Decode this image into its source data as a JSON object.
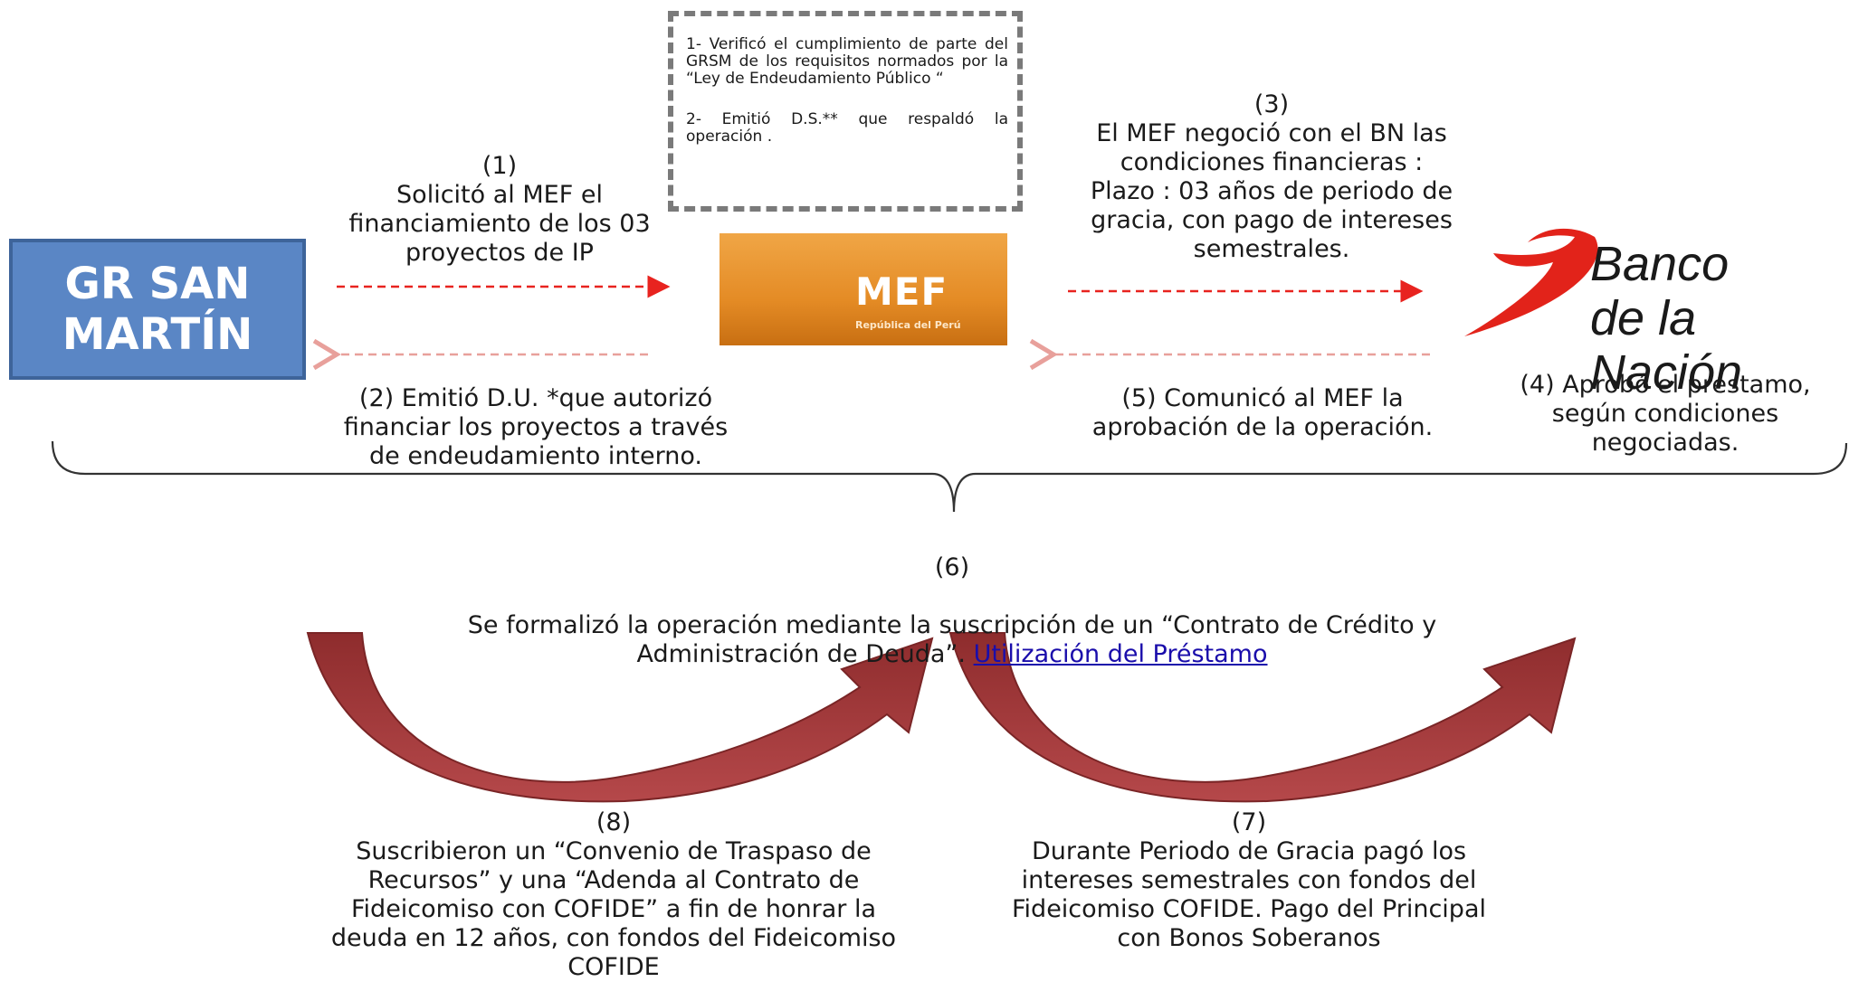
{
  "gr_box": {
    "label": "GR SAN\nMARTÍN"
  },
  "note": {
    "item1": "1- Verificó el cumplimiento de parte del GRSM de los requisitos normados por la “Ley de Endeudamiento Público “",
    "item2": "2- Emitió D.S.** que respaldó la operación ."
  },
  "mef_logo": {
    "word": "MEF",
    "subtitle": "República del Perú"
  },
  "bn_logo": {
    "text": "Banco\nde la Nación"
  },
  "steps": {
    "s1": "(1)\nSolicitó al MEF el\nfinanciamiento de  los 03\nproyectos  de IP",
    "s2": "(2) Emitió D.U. *que autorizó\nfinanciar los proyectos a través\nde endeudamiento interno.",
    "s3": "(3)\nEl MEF negoció con el BN las\ncondiciones financieras :\nPlazo : 03 años de periodo de\ngracia, con pago de intereses\nsemestrales.",
    "s4": "(4) Aprobó el préstamo,\nsegún condiciones\nnegociadas.",
    "s5": "(5) Comunicó al MEF la\naprobación de la operación.",
    "s6_num": "(6)",
    "s6_text": "Se formalizó la operación mediante la suscripción de un “Contrato de Crédito y\nAdministración de Deuda”. ",
    "s6_link": "Utilización del Préstamo",
    "s7": "(7)\nDurante Periodo de Gracia pagó  los\nintereses semestrales  con fondos del\nFideicomiso COFIDE.  Pago del Principal\ncon  Bonos Soberanos",
    "s8": "(8)\nSuscribieron un “Convenio de Traspaso de\nRecursos”  y  una  “Adenda al Contrato de\nFideicomiso con COFIDE” a fin de honrar la\ndeuda en 12 años, con fondos del Fideicomiso\nCOFIDE"
  },
  "colors": {
    "gr_box": "#5a86c5",
    "arrow_red": "#e8231f",
    "arrow_pink": "#e8a09b",
    "curved_arrow": "#a3393a",
    "bn_red": "#e2231a"
  }
}
